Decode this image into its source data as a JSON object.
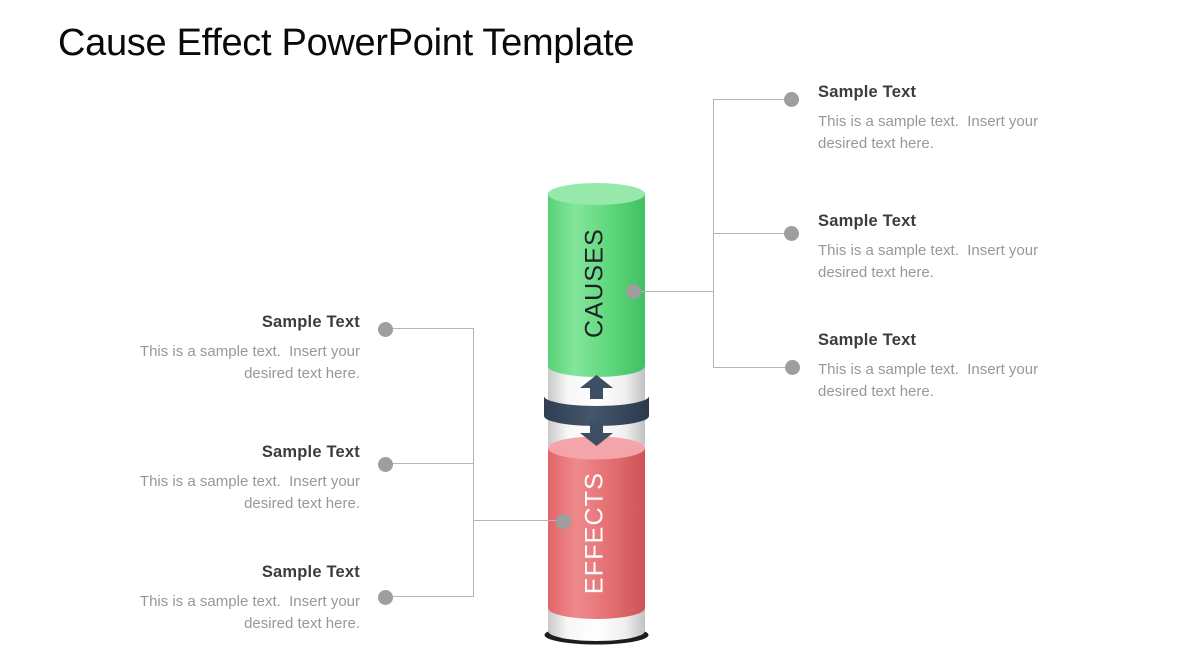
{
  "title": "Cause Effect PowerPoint Template",
  "diagram": {
    "causes_label": "CAUSES",
    "effects_label": "EFFECTS",
    "colors": {
      "causes_green": "#5fd67d",
      "causes_green_top": "#97e9ab",
      "effects_red": "#e66a6d",
      "effects_red_top": "#f3a5a9",
      "arrow_navy": "#3d4f63",
      "connector_line_gray": "#b5b5b5",
      "connector_dot_gray": "#9e9e9e",
      "heading_text": "#3c3c3c",
      "body_text": "#989898"
    }
  },
  "left_blocks": [
    {
      "heading": "Sample Text",
      "body": "This is a sample text.  Insert your desired text here."
    },
    {
      "heading": "Sample Text",
      "body": "This is a sample text.  Insert your desired text here."
    },
    {
      "heading": "Sample Text",
      "body": "This is a sample text.  Insert your desired text here."
    }
  ],
  "right_blocks": [
    {
      "heading": "Sample Text",
      "body": "This is a sample text.  Insert your desired text here."
    },
    {
      "heading": "Sample Text",
      "body": "This is a sample text.  Insert your desired text here."
    },
    {
      "heading": "Sample Text",
      "body": "This is a sample text.  Insert your desired text here."
    }
  ]
}
